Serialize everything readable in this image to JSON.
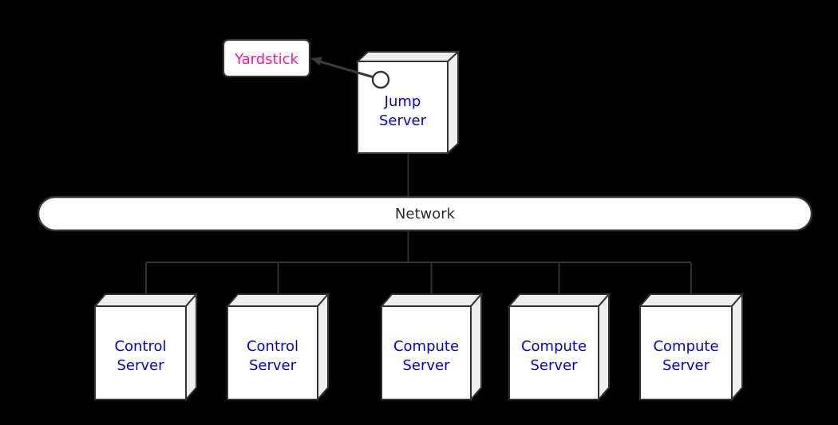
{
  "colors": {
    "background": "#000000",
    "stroke": "#333333",
    "node_fill": "#ffffff",
    "side_fill": "#eeeeee",
    "yardstick_text": "#ff1493",
    "server_text": "#0000ee",
    "network_text": "#2b2b2b"
  },
  "nodes": {
    "yardstick": {
      "label": "Yardstick"
    },
    "jump_server": {
      "line1": "Jump",
      "line2": "Server"
    },
    "network": {
      "label": "Network"
    },
    "servers": [
      {
        "line1": "Control",
        "line2": "Server"
      },
      {
        "line1": "Control",
        "line2": "Server"
      },
      {
        "line1": "Compute",
        "line2": "Server"
      },
      {
        "line1": "Compute",
        "line2": "Server"
      },
      {
        "line1": "Compute",
        "line2": "Server"
      }
    ]
  }
}
